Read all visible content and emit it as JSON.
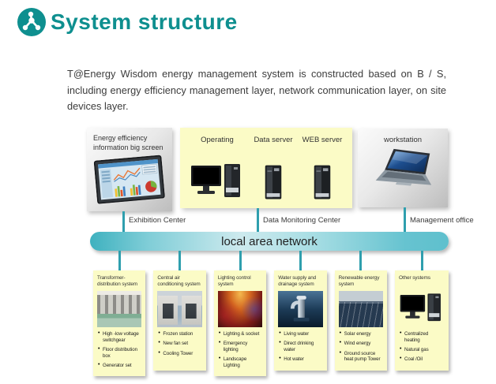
{
  "colors": {
    "accent_teal": "#0e8f8f",
    "connector_teal": "#2f9fae",
    "panel_yellow": "#fbfbc6",
    "lan_gradient_dark": "#3eb1bf",
    "lan_gradient_light": "#cdeaee"
  },
  "header": {
    "title": "System structure"
  },
  "intro": "T@Energy Wisdom energy management system is constructed  based on B / S, including energy efficiency management layer, network communication layer, on site devices layer.",
  "top_row": {
    "exhibition": {
      "label": "Energy efficiency information big screen",
      "connector_label": "Exhibition Center"
    },
    "data_center": {
      "items": [
        {
          "label": "Operating"
        },
        {
          "label": "Data server"
        },
        {
          "label": "WEB server"
        }
      ],
      "connector_label": "Data Monitoring Center"
    },
    "office": {
      "label": "workstation",
      "connector_label": "Management office"
    }
  },
  "lan": {
    "label": "local area network"
  },
  "systems": [
    {
      "title": "Transformer-distribution system",
      "bullets": [
        "High -low voltage switchgear",
        "Floor distribution box",
        "Generator set"
      ]
    },
    {
      "title": "Central air conditioning system",
      "bullets": [
        "Frozen station",
        "New fan set",
        "Cooling Tower"
      ]
    },
    {
      "title": "Lighting control system",
      "bullets": [
        "Lighting & socket",
        "Emergency lighting",
        "Landscape Lighting"
      ]
    },
    {
      "title": "Water supply and drainage system",
      "bullets": [
        "Living water",
        "Direct drinking water",
        "Hot water"
      ]
    },
    {
      "title": "Renewable energy system",
      "bullets": [
        "Solar energy",
        "Wind energy",
        "Ground source heat pump Tower"
      ]
    },
    {
      "title": "Other systems",
      "bullets": [
        "Centralized heating",
        "Natural gas",
        "Coal /Oil"
      ]
    }
  ]
}
